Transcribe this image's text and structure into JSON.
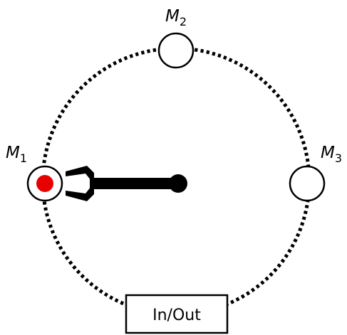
{
  "diagram": {
    "machines": [
      {
        "id": "M1",
        "letter": "M",
        "subscript": "1",
        "loaded": true
      },
      {
        "id": "M2",
        "letter": "M",
        "subscript": "2",
        "loaded": false
      },
      {
        "id": "M3",
        "letter": "M",
        "subscript": "3",
        "loaded": false
      }
    ],
    "io_station": {
      "label": "In/Out"
    },
    "colors": {
      "track": "#000000",
      "arm": "#000000",
      "part": "#e60000",
      "background": "#ffffff"
    }
  }
}
